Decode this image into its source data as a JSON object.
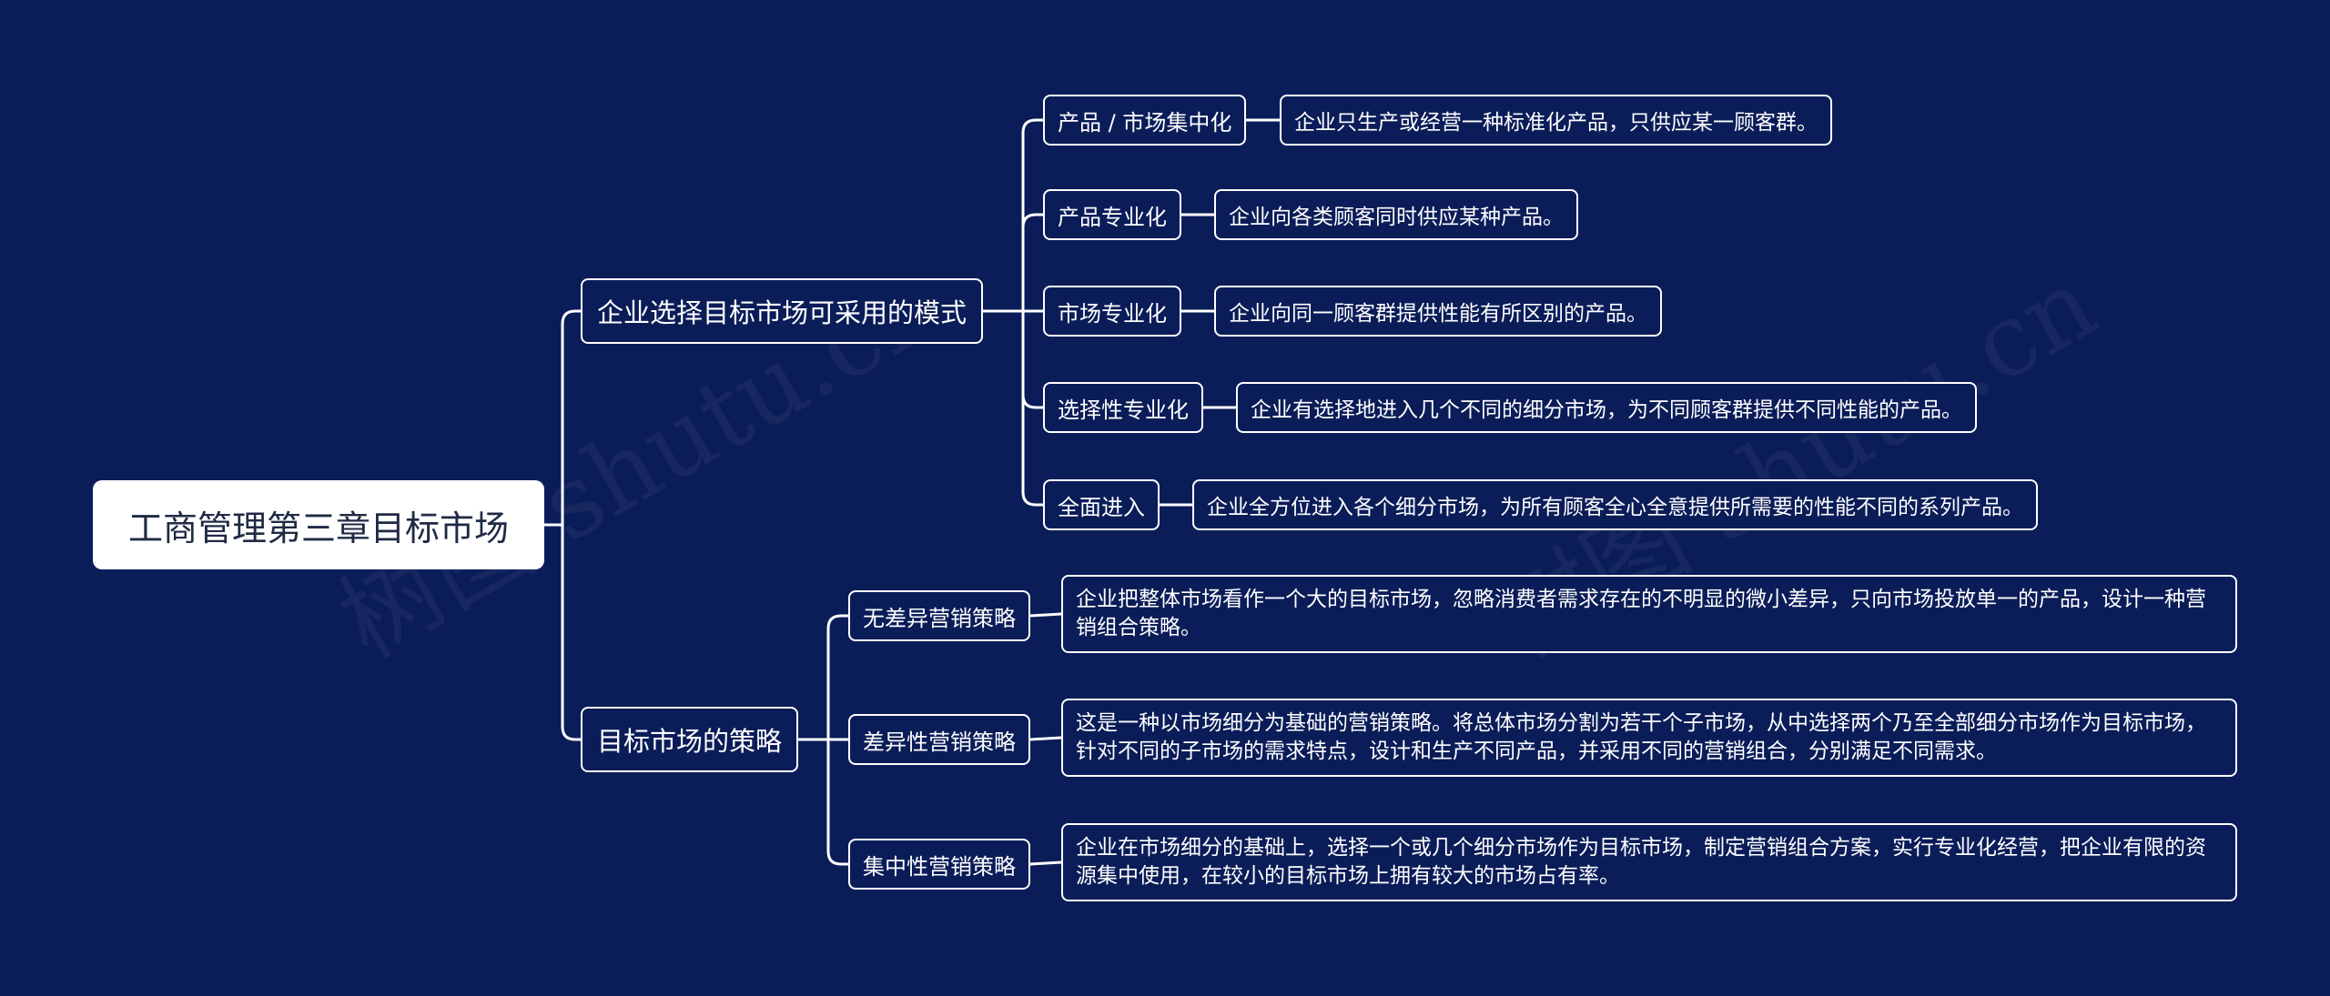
{
  "root": "工商管理第三章目标市场",
  "branches": [
    {
      "label": "企业选择目标市场可采用的模式",
      "children": [
        {
          "label": "产品 / 市场集中化",
          "detail": "企业只生产或经营一种标准化产品，只供应某一顾客群。"
        },
        {
          "label": "产品专业化",
          "detail": "企业向各类顾客同时供应某种产品。"
        },
        {
          "label": "市场专业化",
          "detail": "企业向同一顾客群提供性能有所区别的产品。"
        },
        {
          "label": "选择性专业化",
          "detail": "企业有选择地进入几个不同的细分市场，为不同顾客群提供不同性能的产品。"
        },
        {
          "label": "全面进入",
          "detail": "企业全方位进入各个细分市场，为所有顾客全心全意提供所需要的性能不同的系列产品。"
        }
      ]
    },
    {
      "label": "目标市场的策略",
      "children": [
        {
          "label": "无差异营销策略",
          "detail": "企业把整体市场看作一个大的目标市场，忽略消费者需求存在的不明显的微小差异，只向市场投放单一的产品，设计一种营销组合策略。"
        },
        {
          "label": "差异性营销策略",
          "detail": "这是一种以市场细分为基础的营销策略。将总体市场分割为若干个子市场，从中选择两个乃至全部细分市场作为目标市场，针对不同的子市场的需求特点，设计和生产不同产品，并采用不同的营销组合，分别满足不同需求。"
        },
        {
          "label": "集中性营销策略",
          "detail": "企业在市场细分的基础上，选择一个或几个细分市场作为目标市场，制定营销组合方案，实行专业化经营，把企业有限的资源集中使用，在较小的目标市场上拥有较大的市场占有率。"
        }
      ]
    }
  ],
  "watermarks": [
    "树图 shutu.cn",
    "树图 shutu.cn"
  ],
  "colors": {
    "background": "#0b1d58",
    "line": "#ffffff",
    "root_fill": "#ffffff",
    "root_text": "#1f2a44"
  }
}
